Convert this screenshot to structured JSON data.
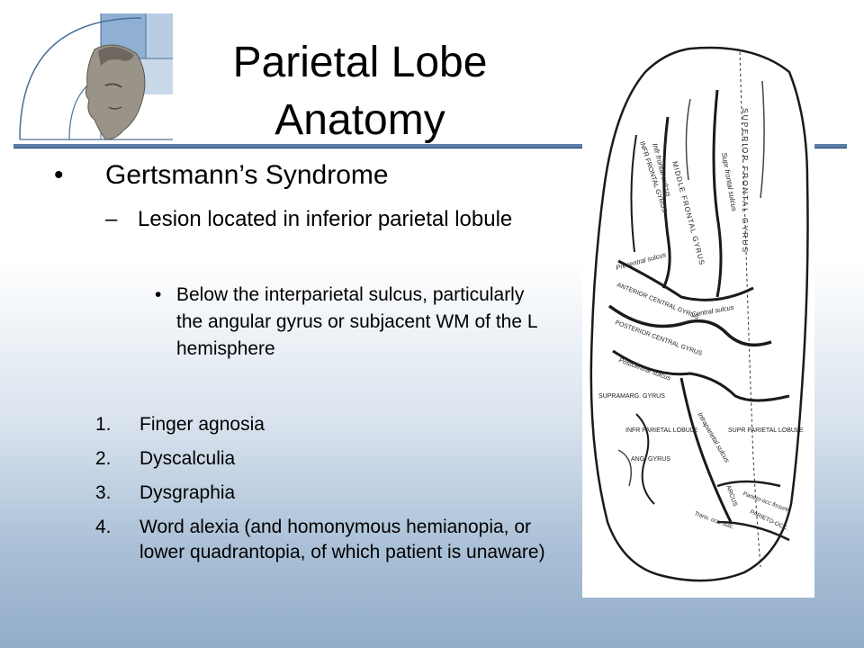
{
  "slide": {
    "title": "Parietal Lobe Anatomy"
  },
  "content": {
    "bullet1": "Gertsmann’s Syndrome",
    "sub1": "Lesion located in inferior parietal lobule",
    "sub2": "Below the interparietal sulcus, particularly the angular gyrus or subjacent WM of the L hemisphere",
    "numbered": [
      {
        "num": "1.",
        "text": "Finger agnosia"
      },
      {
        "num": "2.",
        "text": "Dyscalculia"
      },
      {
        "num": "3.",
        "text": "Dysgraphia"
      },
      {
        "num": "4.",
        "text": "Word alexia (and homonymous hemianopia, or lower quadrantopia, of which patient is unaware)"
      }
    ]
  },
  "brain_labels": {
    "sup_frontal_gyrus": "SUPERIOR FRONTAL GYRUS",
    "sup_frontal_sulcus": "Supr frontal sulcus",
    "middle_frontal_gyrus": "MIDDLE FRONTAL GYRUS",
    "inf_frontal_sulcus": "Infr frontal sulcus",
    "inf_frontal_gyrus": "INFR FRONTAL GYRUS",
    "precentral_sulcus": "Precentral sulcus",
    "anterior_central_gyrus": "ANTERIOR CENTRAL GYRUS",
    "central_sulcus": "Central sulcus",
    "posterior_central_gyrus": "POSTERIOR CENTRAL GYRUS",
    "postcentral_sulcus": "Postcentral sulcus",
    "supramarg_gyrus": "SUPRAMARG. GYRUS",
    "inf_parietal_lobule": "INFR PARIETAL LOBULE",
    "intraparietal_sulcus": "Intraparietal sulcus",
    "sup_parietal_lobule": "SUPR PARIETAL LOBULE",
    "ang_gyrus": "ANG. GYRUS",
    "arcus": "ARCUS",
    "parieto_occ_fissure": "Parieto-occ fissure",
    "parieto_occ": "PARIETO-OCC.",
    "trans_occ_sulc": "Trans. occ. sulc."
  },
  "colors": {
    "title_rule": "#5a7ea6",
    "logo_blue": "#8fb0d3",
    "gradient_bottom": "#93adc9"
  }
}
